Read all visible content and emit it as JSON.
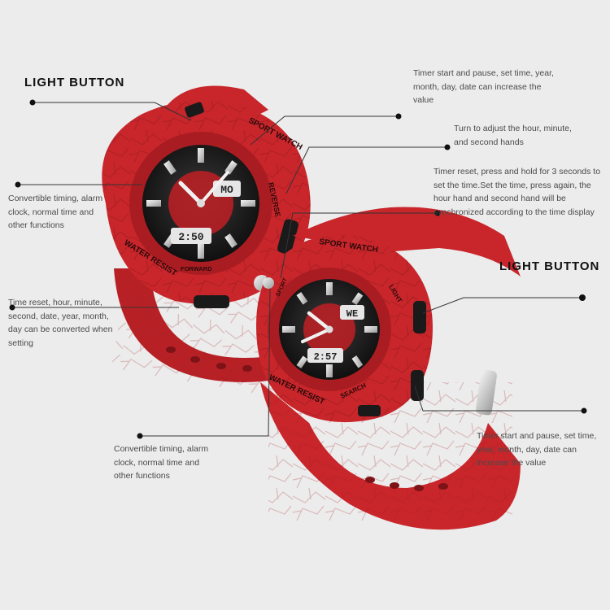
{
  "headings": {
    "light_left": "LIGHT BUTTON",
    "light_right": "LIGHT BUTTON"
  },
  "callouts": {
    "left_top": "Convertible timing, alarm clock, normal time and other functions",
    "left_middle": "Time reset, hour, minute, second, date, year, month, day can be converted when setting",
    "bottom_center": "Convertible timing, alarm clock, normal time and other functions",
    "top_right": "Timer start and pause, set time, year, month, day, date can increase the value",
    "crown_right": "Turn to adjust the hour, minute, and second hands",
    "reset_right": "Timer reset, press and hold for 3 seconds to set the time.Set the time, press again, the hour hand and second hand will be synchronized according to the time display",
    "bottom_right": "Timer start and pause, set time, year, month, day, date can increase the value"
  },
  "watch_text": {
    "left_bezel_top": "SPORT WATCH",
    "left_bezel_right": "REVERSE",
    "left_bezel_bottom": "WATER RESIST",
    "left_bezel_button": "FORWARD",
    "left_lcd_top": "MO",
    "left_lcd_bottom": "2:50",
    "right_bezel_top": "SPORT WATCH",
    "right_bezel_right": "LIGHT",
    "right_bezel_left": "SPORT",
    "right_bezel_bottom": "WATER RESIST",
    "right_bezel_search": "SEARCH",
    "right_lcd_top": "WE",
    "right_lcd_bottom": "2:57"
  },
  "colors": {
    "background": "#ececec",
    "strap_red": "#c8262b",
    "strap_dark": "#9c1a1e",
    "dial_black": "#111111",
    "silver": "#d9d9d9",
    "leader_line": "#333333"
  }
}
